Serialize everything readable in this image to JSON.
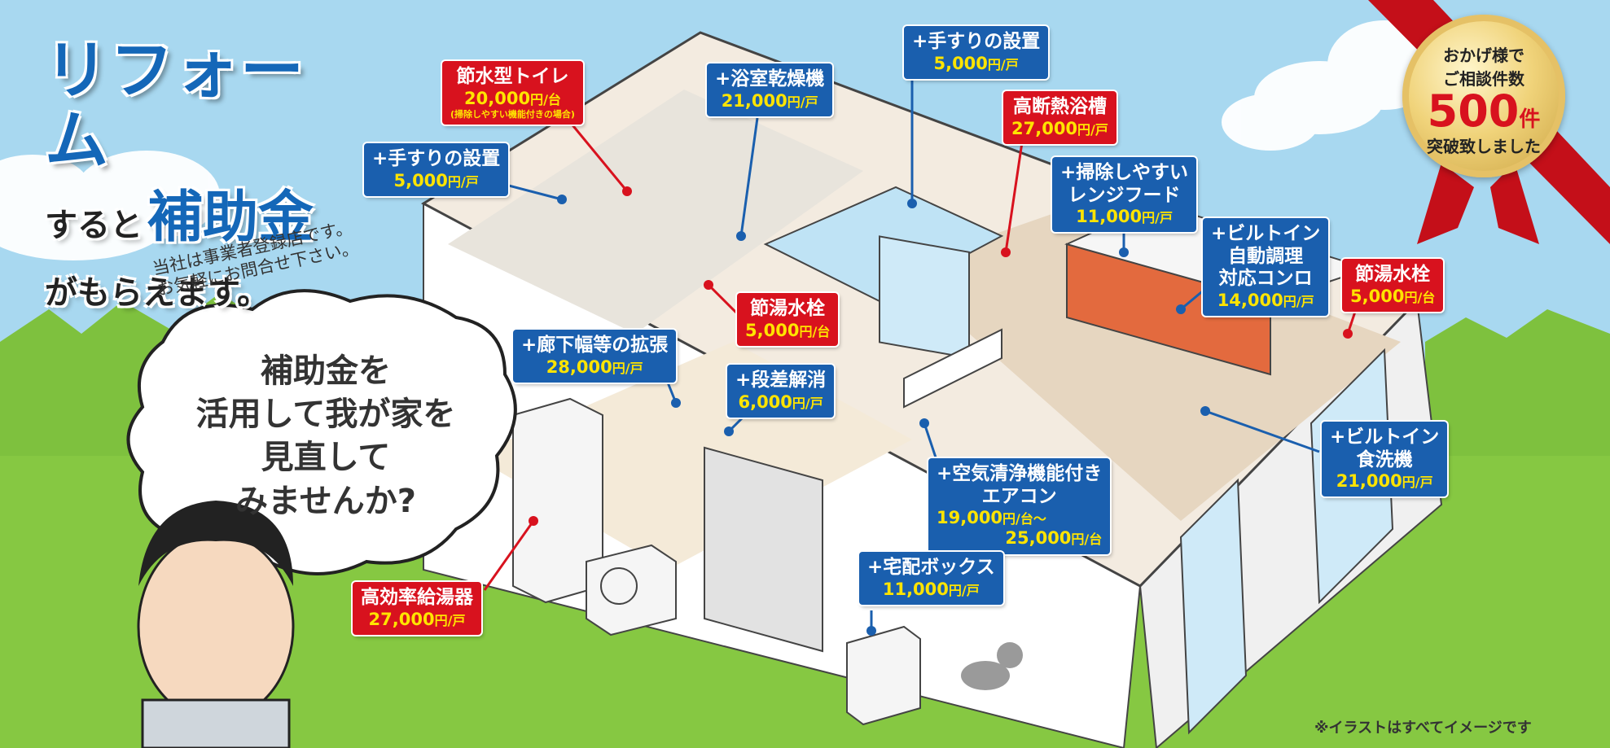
{
  "headline": {
    "line1": "リフォーム",
    "line2_prefix": "すると",
    "line2_emphasis": "補助金",
    "line3": "がもらえます。"
  },
  "notice": {
    "line1": "当社は事業者登録店です。",
    "line2": "お気軽にお問合せ下さい。"
  },
  "speech_bubble": {
    "line1": "補助金を",
    "line2": "活用して我が家を",
    "line3": "見直して",
    "line4": "みませんか?"
  },
  "badge": {
    "line1": "おかげ様で",
    "line2": "ご相談件数",
    "count": "500",
    "count_unit": "件",
    "line4": "突破致しました"
  },
  "items": [
    {
      "id": "handrail-1",
      "color": "blue",
      "name": "+手すりの設置",
      "price": "5,000",
      "unit": "円/戸"
    },
    {
      "id": "toilet",
      "color": "red",
      "name": "節水型トイレ",
      "price": "20,000",
      "unit": "円/台",
      "note": "(掃除しやすい機能付きの場合)"
    },
    {
      "id": "bath-dryer",
      "color": "blue",
      "name": "+浴室乾燥機",
      "price": "21,000",
      "unit": "円/戸"
    },
    {
      "id": "handrail-2",
      "color": "blue",
      "name": "+手すりの設置",
      "price": "5,000",
      "unit": "円/戸"
    },
    {
      "id": "bathtub",
      "color": "red",
      "name": "高断熱浴槽",
      "price": "27,000",
      "unit": "円/戸"
    },
    {
      "id": "range-hood",
      "color": "blue",
      "name": "+掃除しやすい",
      "name2": "レンジフード",
      "price": "11,000",
      "unit": "円/戸"
    },
    {
      "id": "stove",
      "color": "blue",
      "name": "+ビルトイン",
      "name2": "自動調理",
      "name3": "対応コンロ",
      "price": "14,000",
      "unit": "円/戸"
    },
    {
      "id": "faucet-kitchen",
      "color": "red",
      "name": "節湯水栓",
      "price": "5,000",
      "unit": "円/台"
    },
    {
      "id": "faucet-bath",
      "color": "red",
      "name": "節湯水栓",
      "price": "5,000",
      "unit": "円/台"
    },
    {
      "id": "corridor",
      "color": "blue",
      "name": "+廊下幅等の拡張",
      "price": "28,000",
      "unit": "円/戸"
    },
    {
      "id": "step",
      "color": "blue",
      "name": "+段差解消",
      "price": "6,000",
      "unit": "円/戸"
    },
    {
      "id": "dishwasher",
      "color": "blue",
      "name": "+ビルトイン",
      "name2": "食洗機",
      "price": "21,000",
      "unit": "円/戸"
    },
    {
      "id": "aircon",
      "color": "blue",
      "name": "+空気清浄機能付き",
      "name2": "エアコン",
      "price": "19,000",
      "unit": "円/台～",
      "price2": "25,000",
      "unit2": "円/台"
    },
    {
      "id": "delivery-box",
      "color": "blue",
      "name": "+宅配ボックス",
      "price": "11,000",
      "unit": "円/戸"
    },
    {
      "id": "water-heater",
      "color": "red",
      "name": "高効率給湯器",
      "price": "27,000",
      "unit": "円/戸"
    }
  ],
  "footnote": "※イラストはすべてイメージです",
  "colors": {
    "blue": "#1a5fae",
    "red": "#d8121e",
    "sky": "#9fd3ee",
    "grass": "#7ec13e",
    "price": "#ffe400"
  }
}
